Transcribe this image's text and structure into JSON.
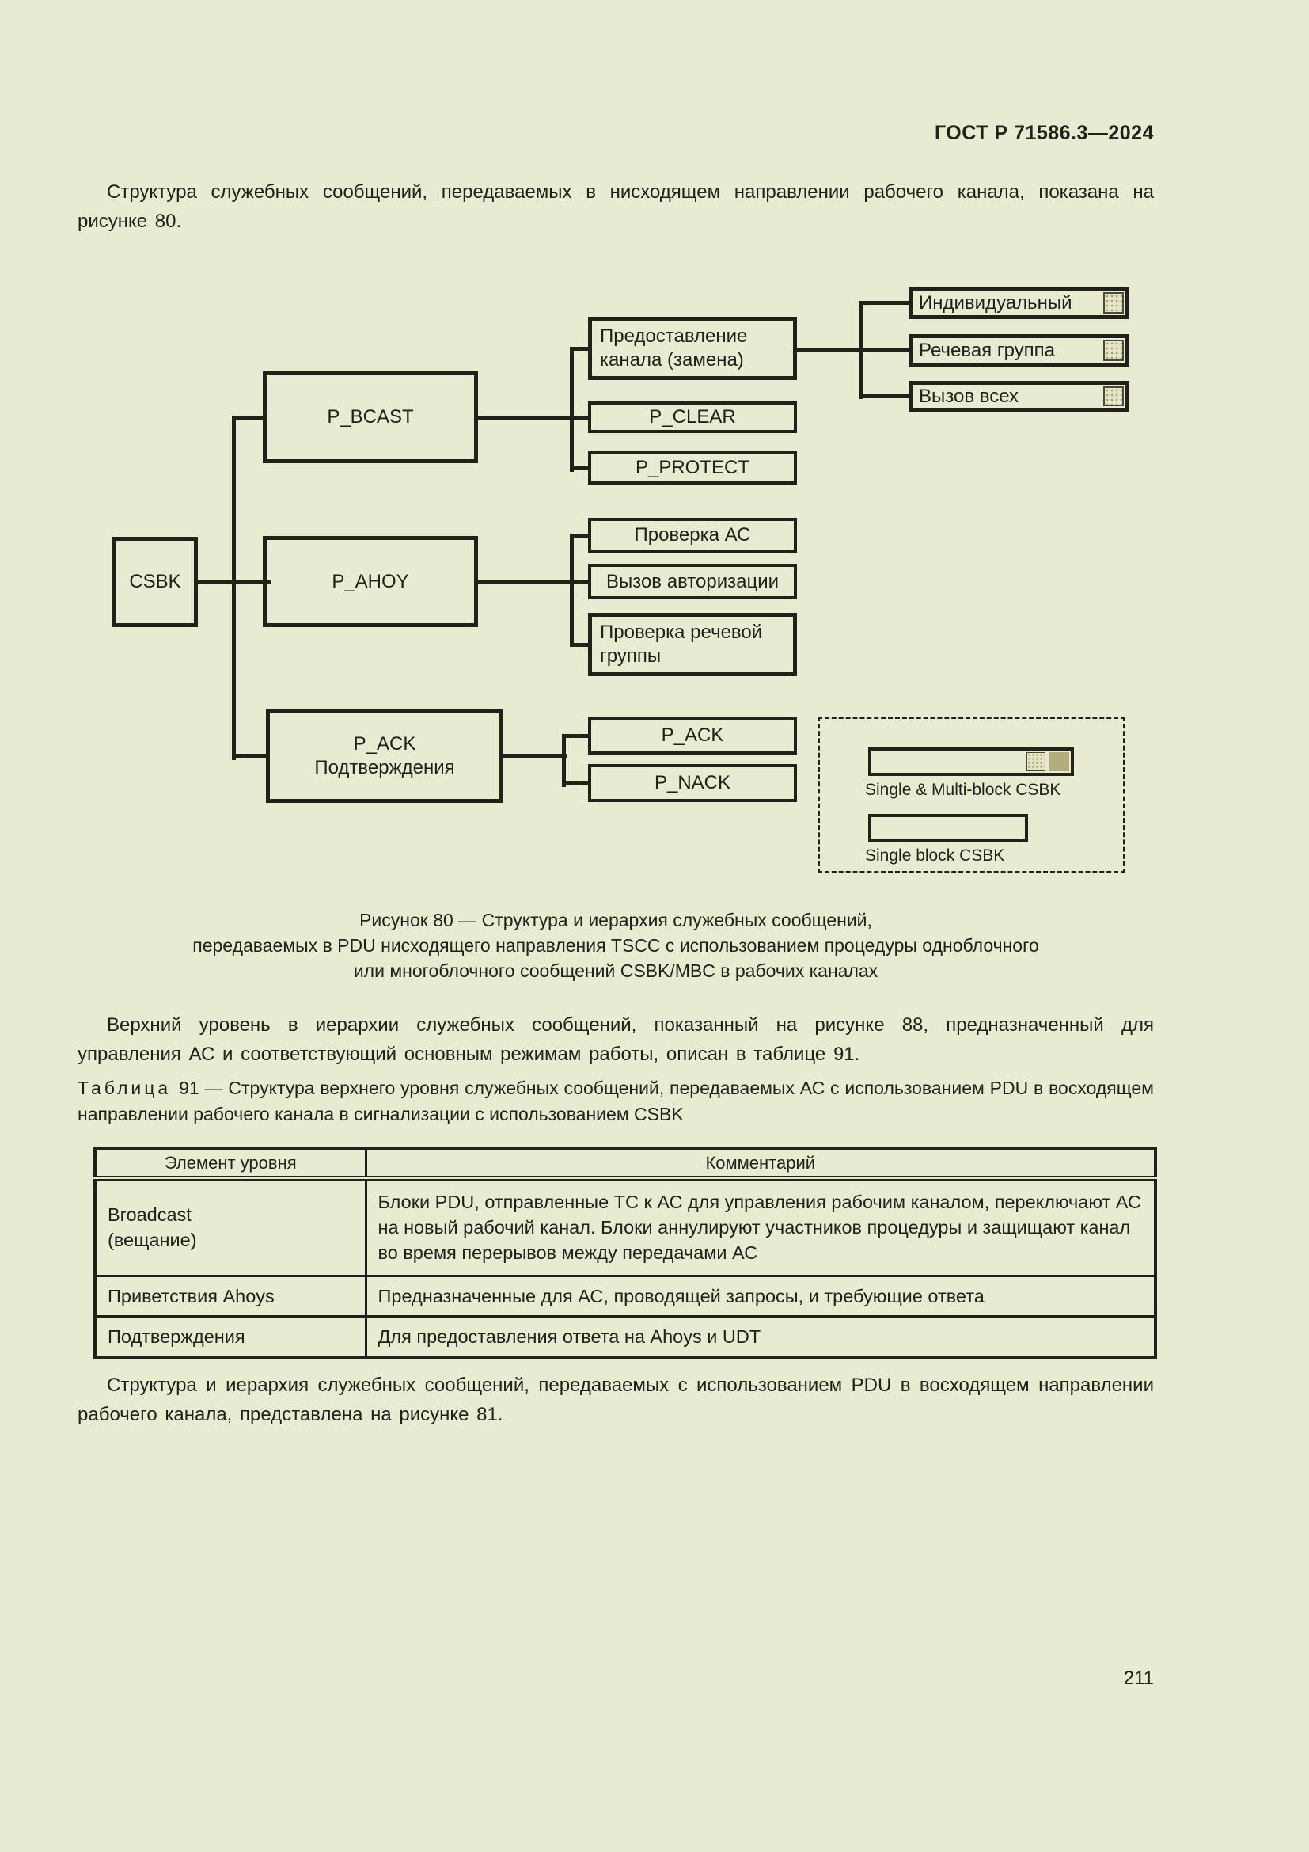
{
  "page": {
    "doc_code": "ГОСТ Р 71586.3—2024",
    "page_number": "211"
  },
  "paragraphs": {
    "intro": "Структура служебных сообщений, передаваемых в нисходящем направлении рабочего канала, показана на рисунке 80.",
    "upper_level": "Верхний уровень в иерархии служебных сообщений, показанный на рисунке 88, предназначенный для управления АС и соответствующий основным режимам работы, описан в таблице 91.",
    "closing": "Структура и иерархия служебных сообщений, передаваемых с использованием PDU в восходящем направлении рабочего канала, представлена на рисунке 81."
  },
  "figure": {
    "caption_line1": "Рисунок 80 — Структура и иерархия служебных сообщений,",
    "caption_line2": "передаваемых в PDU нисходящего направления TSCC с использованием процедуры одноблочного",
    "caption_line3": "или многоблочного сообщений CSBK/MBC в рабочих каналах",
    "nodes": {
      "root": "CSBK",
      "bcast": "P_BCAST",
      "ahoy": "P_AHOY",
      "ack_line1": "P_ACK",
      "ack_line2": "Подтверждения",
      "grant_line1": "Предоставление",
      "grant_line2": "канала (замена)",
      "clear": "P_CLEAR",
      "protect": "P_PROTECT",
      "check_ms": "Проверка АС",
      "auth_call": "Вызов авторизации",
      "check_tg_line1": "Проверка речевой",
      "check_tg_line2": "группы",
      "p_ack": "P_ACK",
      "p_nack": "P_NACK",
      "individual": "Индивидуальный",
      "talkgroup": "Речевая группа",
      "all_call": "Вызов всех"
    },
    "legend": {
      "multi_block": "Single & Multi-block CSBK",
      "single_block": "Single block CSBK"
    }
  },
  "table": {
    "caption_word": "Таблица",
    "caption_rest": "91 — Структура верхнего уровня служебных сообщений, передаваемых АС с использованием PDU в восходящем направлении рабочего канала в сигнализации с использованием CSBK",
    "headers": [
      "Элемент уровня",
      "Комментарий"
    ],
    "rows": [
      {
        "element": "Broadcast",
        "element_note": "(вещание)",
        "comment": "Блоки PDU, отправленные ТС к АС для управления рабочим каналом, переключают АС на новый рабочий канал. Блоки аннулируют участников процедуры и защищают канал во время перерывов между передачами АС"
      },
      {
        "element": "Приветствия Ahoys",
        "comment": "Предназначенные для АС, проводящей запросы, и требующие ответа"
      },
      {
        "element": "Подтверждения",
        "comment": "Для предоставления ответа на Ahoys и UDT"
      }
    ]
  },
  "colors": {
    "page_bg": "#e9ead2",
    "ink": "#21211a",
    "khaki_solid": "#b2ad7c"
  }
}
